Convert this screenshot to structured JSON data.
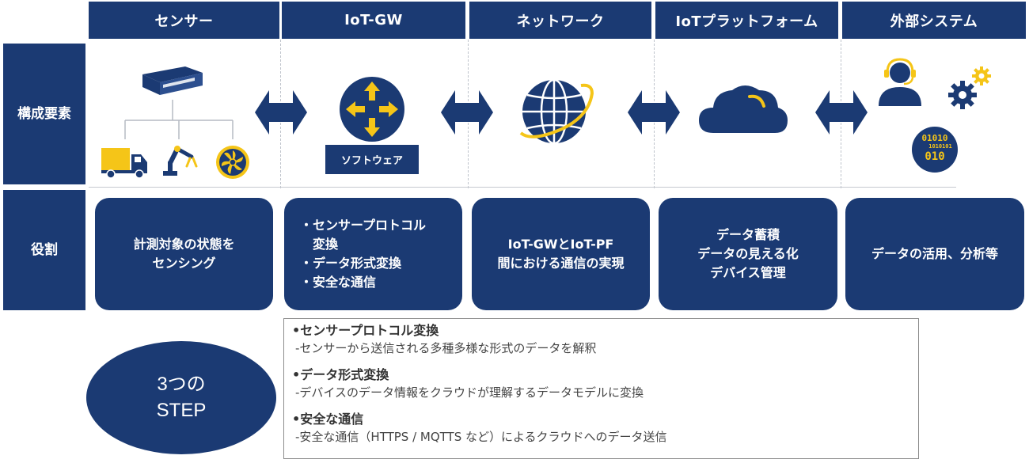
{
  "columns": [
    {
      "header": "センサー"
    },
    {
      "header": "IoT-GW"
    },
    {
      "header": "ネットワーク"
    },
    {
      "header": "IoTプラットフォーム"
    },
    {
      "header": "外部システム"
    }
  ],
  "rows": {
    "components_line1": "構成",
    "components_line2": "要素",
    "role": "役割"
  },
  "gateway": {
    "software_label": "ソフトウェア"
  },
  "external": {
    "binary_line1": "01010",
    "binary_line2": "1010101",
    "binary_line3": "010"
  },
  "roles": {
    "sensor": [
      "計測対象の状態を",
      "センシング"
    ],
    "gateway": [
      "・センサープロトコル",
      "　変換",
      "・データ形式変換",
      "・安全な通信"
    ],
    "network": [
      "IoT-GWとIoT-PF",
      "間における通信の実現"
    ],
    "platform": [
      "データ蓄積",
      "データの見える化",
      "デバイス管理"
    ],
    "external": [
      "データの活用、分析等"
    ]
  },
  "three_steps": {
    "line1": "3つの",
    "line2": "STEP"
  },
  "steps": [
    {
      "title": "•センサープロトコル変換",
      "desc": "-センサーから送信される多種多様な形式のデータを解釈"
    },
    {
      "title": "•データ形式変換",
      "desc": "-デバイスのデータ情報をクラウドが理解するデータモデルに変換"
    },
    {
      "title": "•安全な通信",
      "desc": "-安全な通信（HTTPS / MQTTS など）によるクラウドへのデータ送信"
    }
  ],
  "colors": {
    "navy": "#1b3a73",
    "yellow": "#f5c518",
    "white": "#ffffff"
  }
}
